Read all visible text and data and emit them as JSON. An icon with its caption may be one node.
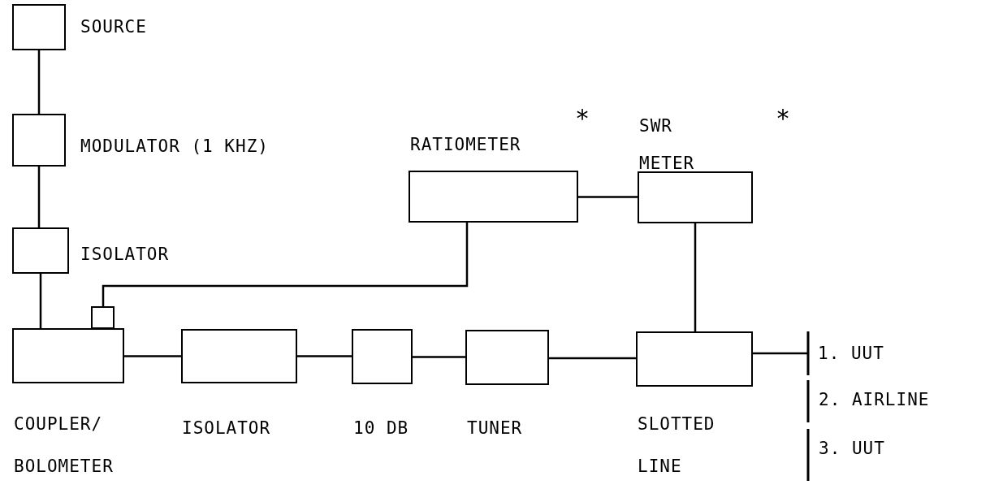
{
  "diagram": {
    "nodes": [
      {
        "text": [
          "SOURCE"
        ]
      },
      {
        "text": [
          "MODULATOR (1 KHZ)"
        ]
      },
      {
        "text": [
          "ISOLATOR"
        ]
      },
      {
        "text": [
          "COUPLER/ BOLOMETER"
        ]
      },
      {
        "text": [],
        "shape": "box"
      },
      {
        "text": [
          "RATIOMETER"
        ]
      },
      {
        "text": [
          "SWR METER"
        ]
      },
      {
        "text": [
          "ISOLATOR"
        ]
      },
      {
        "text": [
          "10 DB"
        ]
      },
      {
        "text": [
          "TUNER"
        ]
      },
      {
        "text": [
          "SLOTTED LINE"
        ]
      },
      {
        "text": [
          "1. UUT"
        ]
      }
    ],
    "edges": [
      {
        "from": 0,
        "to": 1,
        "arrow": "none"
      },
      {
        "from": 1,
        "to": 2,
        "arrow": "none"
      },
      {
        "from": 2,
        "to": 3,
        "arrow": "none"
      },
      {
        "from": 5,
        "to": 4,
        "arrow": "none"
      },
      {
        "from": 5,
        "to": 6,
        "arrow": "none"
      },
      {
        "from": 6,
        "to": 10,
        "arrow": "none"
      },
      {
        "from": 3,
        "to": 7,
        "arrow": "none"
      },
      {
        "from": 7,
        "to": 8,
        "arrow": "none"
      },
      {
        "from": 8,
        "to": 9,
        "arrow": "none"
      },
      {
        "from": 9,
        "to": 10,
        "arrow": "none"
      },
      {
        "from": 10,
        "to": 11,
        "arrow": "other"
      }
    ],
    "labels": [
      "*",
      "*",
      "2. AIRLINE",
      "3. UUT"
    ]
  }
}
